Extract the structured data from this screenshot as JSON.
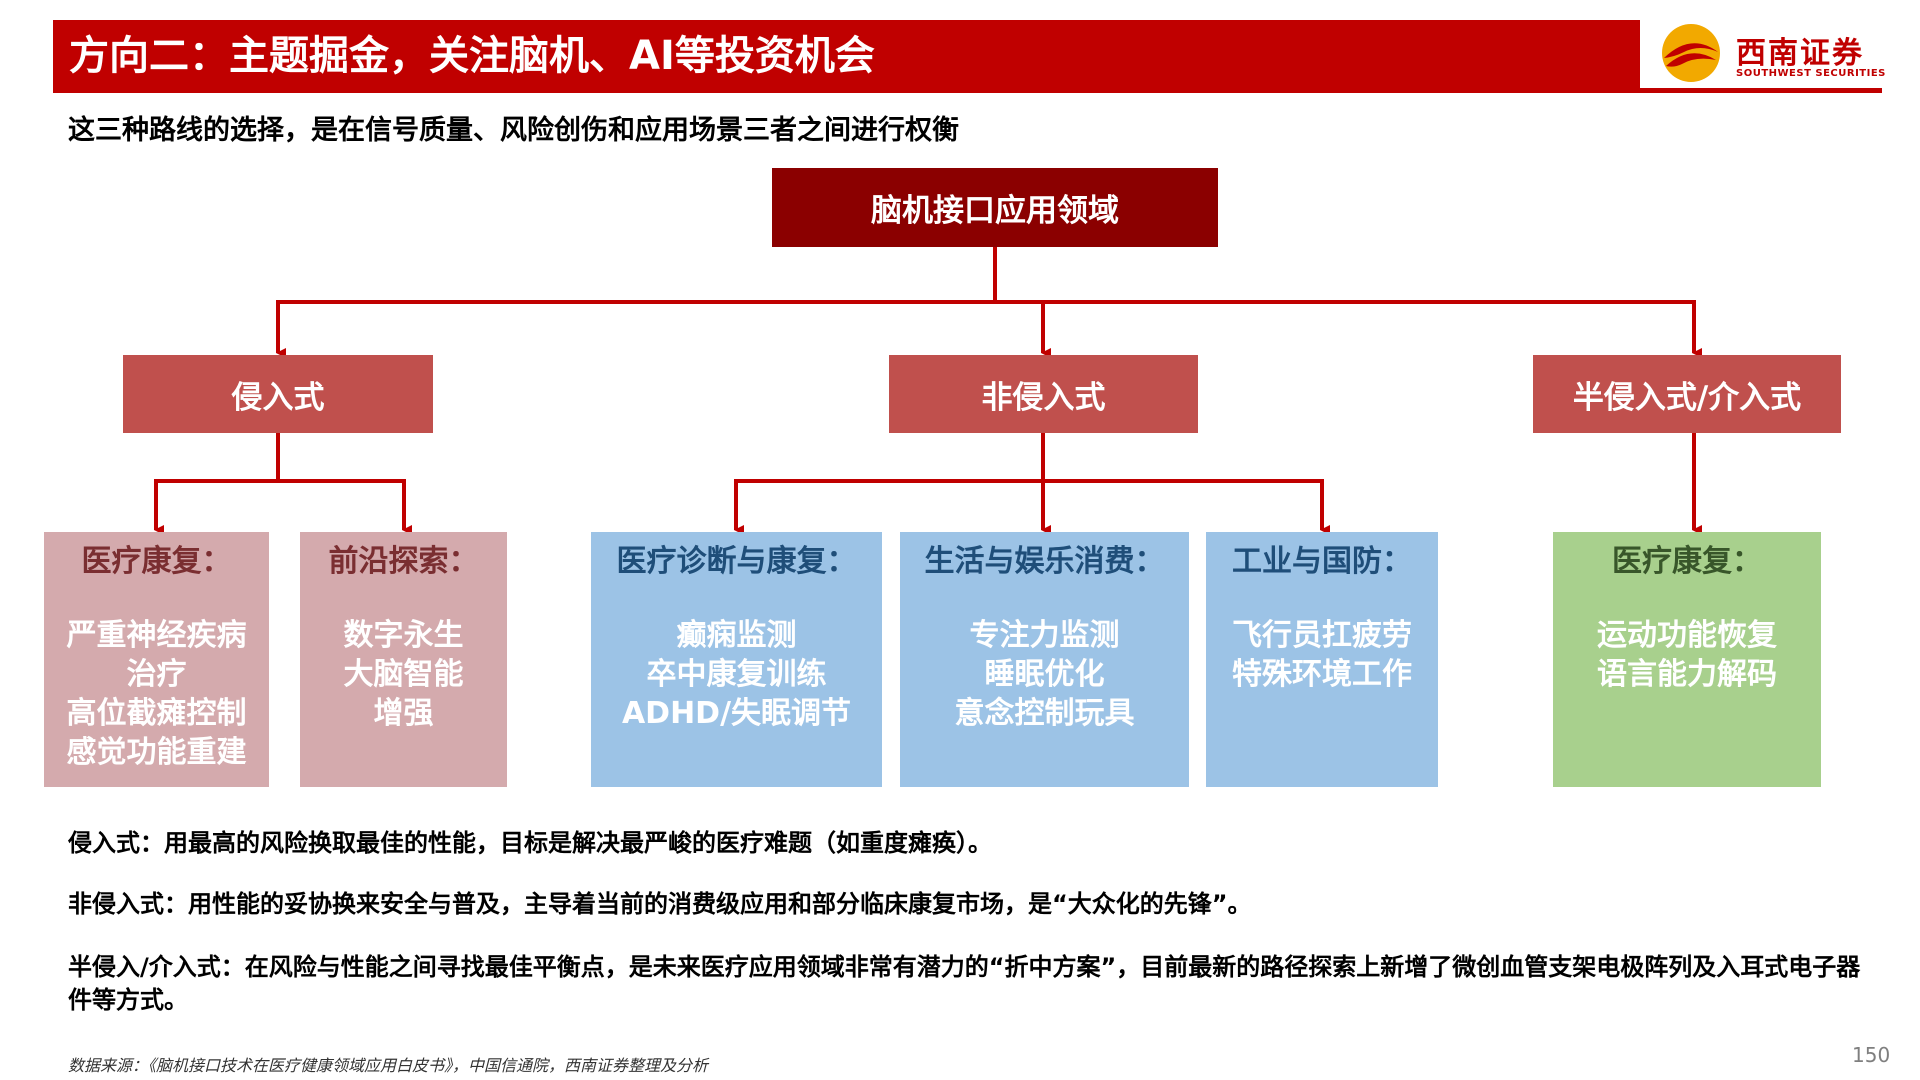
{
  "header": {
    "title": "方向二：主题掘金，关注脑机、AI等投资机会",
    "bar_color": "#c00000"
  },
  "logo": {
    "name_cn": "西南证券",
    "name_en": "SOUTHWEST SECURITIES",
    "icon": "southwest-securities-logo-icon"
  },
  "subtitle": "这三种路线的选择，是在信号质量、风险创伤和应用场景三者之间进行权衡",
  "diagram": {
    "root": "脑机接口应用领域",
    "categories": [
      {
        "label": "侵入式",
        "leaves": [
          {
            "title": "医疗康复：",
            "items": [
              "严重神经疾病",
              "治疗",
              "高位截瘫控制",
              "感觉功能重建"
            ]
          },
          {
            "title": "前沿探索：",
            "items": [
              "数字永生",
              "大脑智能",
              "增强"
            ]
          }
        ]
      },
      {
        "label": "非侵入式",
        "leaves": [
          {
            "title": "医疗诊断与康复：",
            "items": [
              "癫痫监测",
              "卒中康复训练",
              "ADHD/失眠调节"
            ]
          },
          {
            "title": "生活与娱乐消费：",
            "items": [
              "专注力监测",
              "睡眠优化",
              "意念控制玩具"
            ]
          },
          {
            "title": "工业与国防：",
            "items": [
              "飞行员扛疲劳",
              "特殊环境工作"
            ]
          }
        ]
      },
      {
        "label": "半侵入式/介入式",
        "leaves": [
          {
            "title": "医疗康复：",
            "items": [
              "运动功能恢复",
              "语言能力解码"
            ]
          }
        ]
      }
    ],
    "colors": {
      "root": "#8b0000",
      "category": "#c0504d",
      "connector": "#c00000",
      "leaf_invasive": "#d4aaad",
      "leaf_noninvasive": "#9cc3e6",
      "leaf_semi": "#a8d08d"
    }
  },
  "notes": [
    "侵入式：用最高的风险换取最佳的性能，目标是解决最严峻的医疗难题（如重度瘫痪）。",
    "非侵入式：用性能的妥协换来安全与普及，主导着当前的消费级应用和部分临床康复市场，是“大众化的先锋”。",
    "半侵入/介入式：在风险与性能之间寻找最佳平衡点，是未来医疗应用领域非常有潜力的“折中方案”，目前最新的路径探索上新增了微创血管支架电极阵列及入耳式电子器件等方式。"
  ],
  "source": "数据来源：《脑机接口技术在医疗健康领域应用白皮书》，中国信通院，西南证券整理及分析",
  "page_number": "150"
}
